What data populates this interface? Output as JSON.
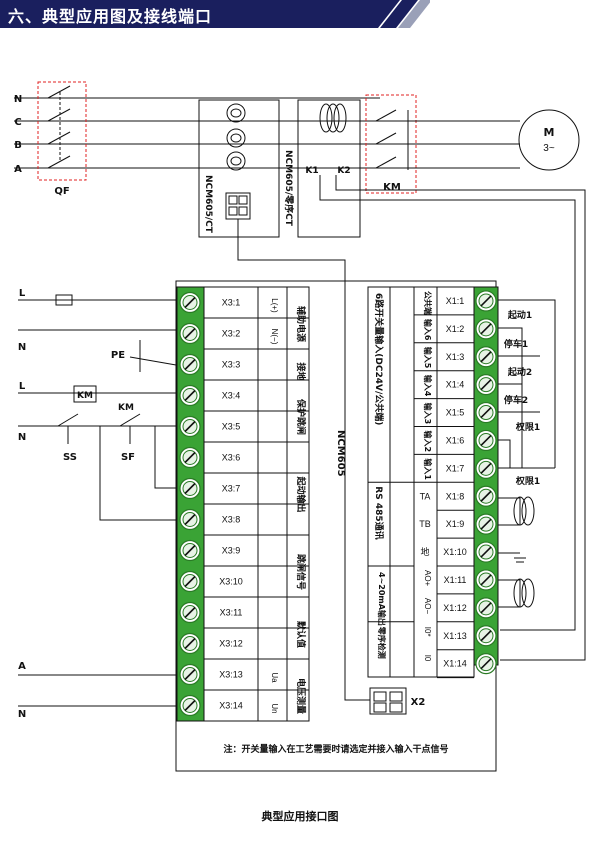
{
  "header": {
    "title": "六、典型应用图及接线端口"
  },
  "caption": "典型应用接口图",
  "lines": {
    "N": "N",
    "C": "C",
    "B": "B",
    "A": "A"
  },
  "labels": {
    "qf": "QF",
    "km_contactor": "KM",
    "motor_m": "M",
    "motor_3": "3~",
    "ct_left": "NCM605/CT",
    "ct_right": "NCM605/零序CT",
    "k1": "K1",
    "k2": "K2",
    "device": "NCM605",
    "pe": "PE",
    "km_coil": "KM",
    "km_contact": "KM",
    "ss": "SS",
    "sf": "SF",
    "x2": "X2",
    "note": "注：开关量输入在工艺需要时请选定并接入输入干点信号"
  },
  "left_side_lines": {
    "L1": "L",
    "N1": "N",
    "L2": "L",
    "N2": "N",
    "A": "A",
    "N3": "N"
  },
  "left_terminals": [
    {
      "id": "X3:1",
      "sig": "L(+)"
    },
    {
      "id": "X3:2",
      "sig": "N(−)"
    },
    {
      "id": "X3:3",
      "sig": ""
    },
    {
      "id": "X3:4",
      "sig": ""
    },
    {
      "id": "X3:5",
      "sig": ""
    },
    {
      "id": "X3:6",
      "sig": ""
    },
    {
      "id": "X3:7",
      "sig": ""
    },
    {
      "id": "X3:8",
      "sig": ""
    },
    {
      "id": "X3:9",
      "sig": ""
    },
    {
      "id": "X3:10",
      "sig": ""
    },
    {
      "id": "X3:11",
      "sig": ""
    },
    {
      "id": "X3:12",
      "sig": ""
    },
    {
      "id": "X3:13",
      "sig": "Ua"
    },
    {
      "id": "X3:14",
      "sig": "Un"
    }
  ],
  "left_functions": [
    "辅助电源",
    "接地",
    "保护跳闸",
    "起动输出",
    "跳闸信号",
    "默认值",
    "电压测量"
  ],
  "right_terminals": [
    {
      "id": "X1:1"
    },
    {
      "id": "X1:2"
    },
    {
      "id": "X1:3"
    },
    {
      "id": "X1:4"
    },
    {
      "id": "X1:5"
    },
    {
      "id": "X1:6"
    },
    {
      "id": "X1:7"
    },
    {
      "id": "X1:8"
    },
    {
      "id": "X1:9"
    },
    {
      "id": "X1:10"
    },
    {
      "id": "X1:11"
    },
    {
      "id": "X1:12"
    },
    {
      "id": "X1:13"
    },
    {
      "id": "X1:14"
    }
  ],
  "right_group_label": "6路开关量输入(DC24V/公共端)",
  "right_inputs": [
    "公共端",
    "输入6",
    "输入5",
    "输入4",
    "输入3",
    "输入2",
    "输入1"
  ],
  "rs485_label": "RS 485通讯",
  "rs485_pins": [
    "TA",
    "TB",
    "地"
  ],
  "analog_label": "4~20mA输出",
  "analog_pins": [
    "AO+",
    "AO−"
  ],
  "zero_seq_label": "零序检测",
  "zero_seq_pins": [
    "I0*",
    "I0"
  ],
  "external_inputs": [
    "起动1",
    "停车1",
    "起动2",
    "停车2",
    "权限1",
    "权限1"
  ],
  "colors": {
    "header_bg": "#1a1f5e",
    "terminal_green": "#3aa335",
    "dashed_red": "#e02020",
    "line": "#111111"
  }
}
